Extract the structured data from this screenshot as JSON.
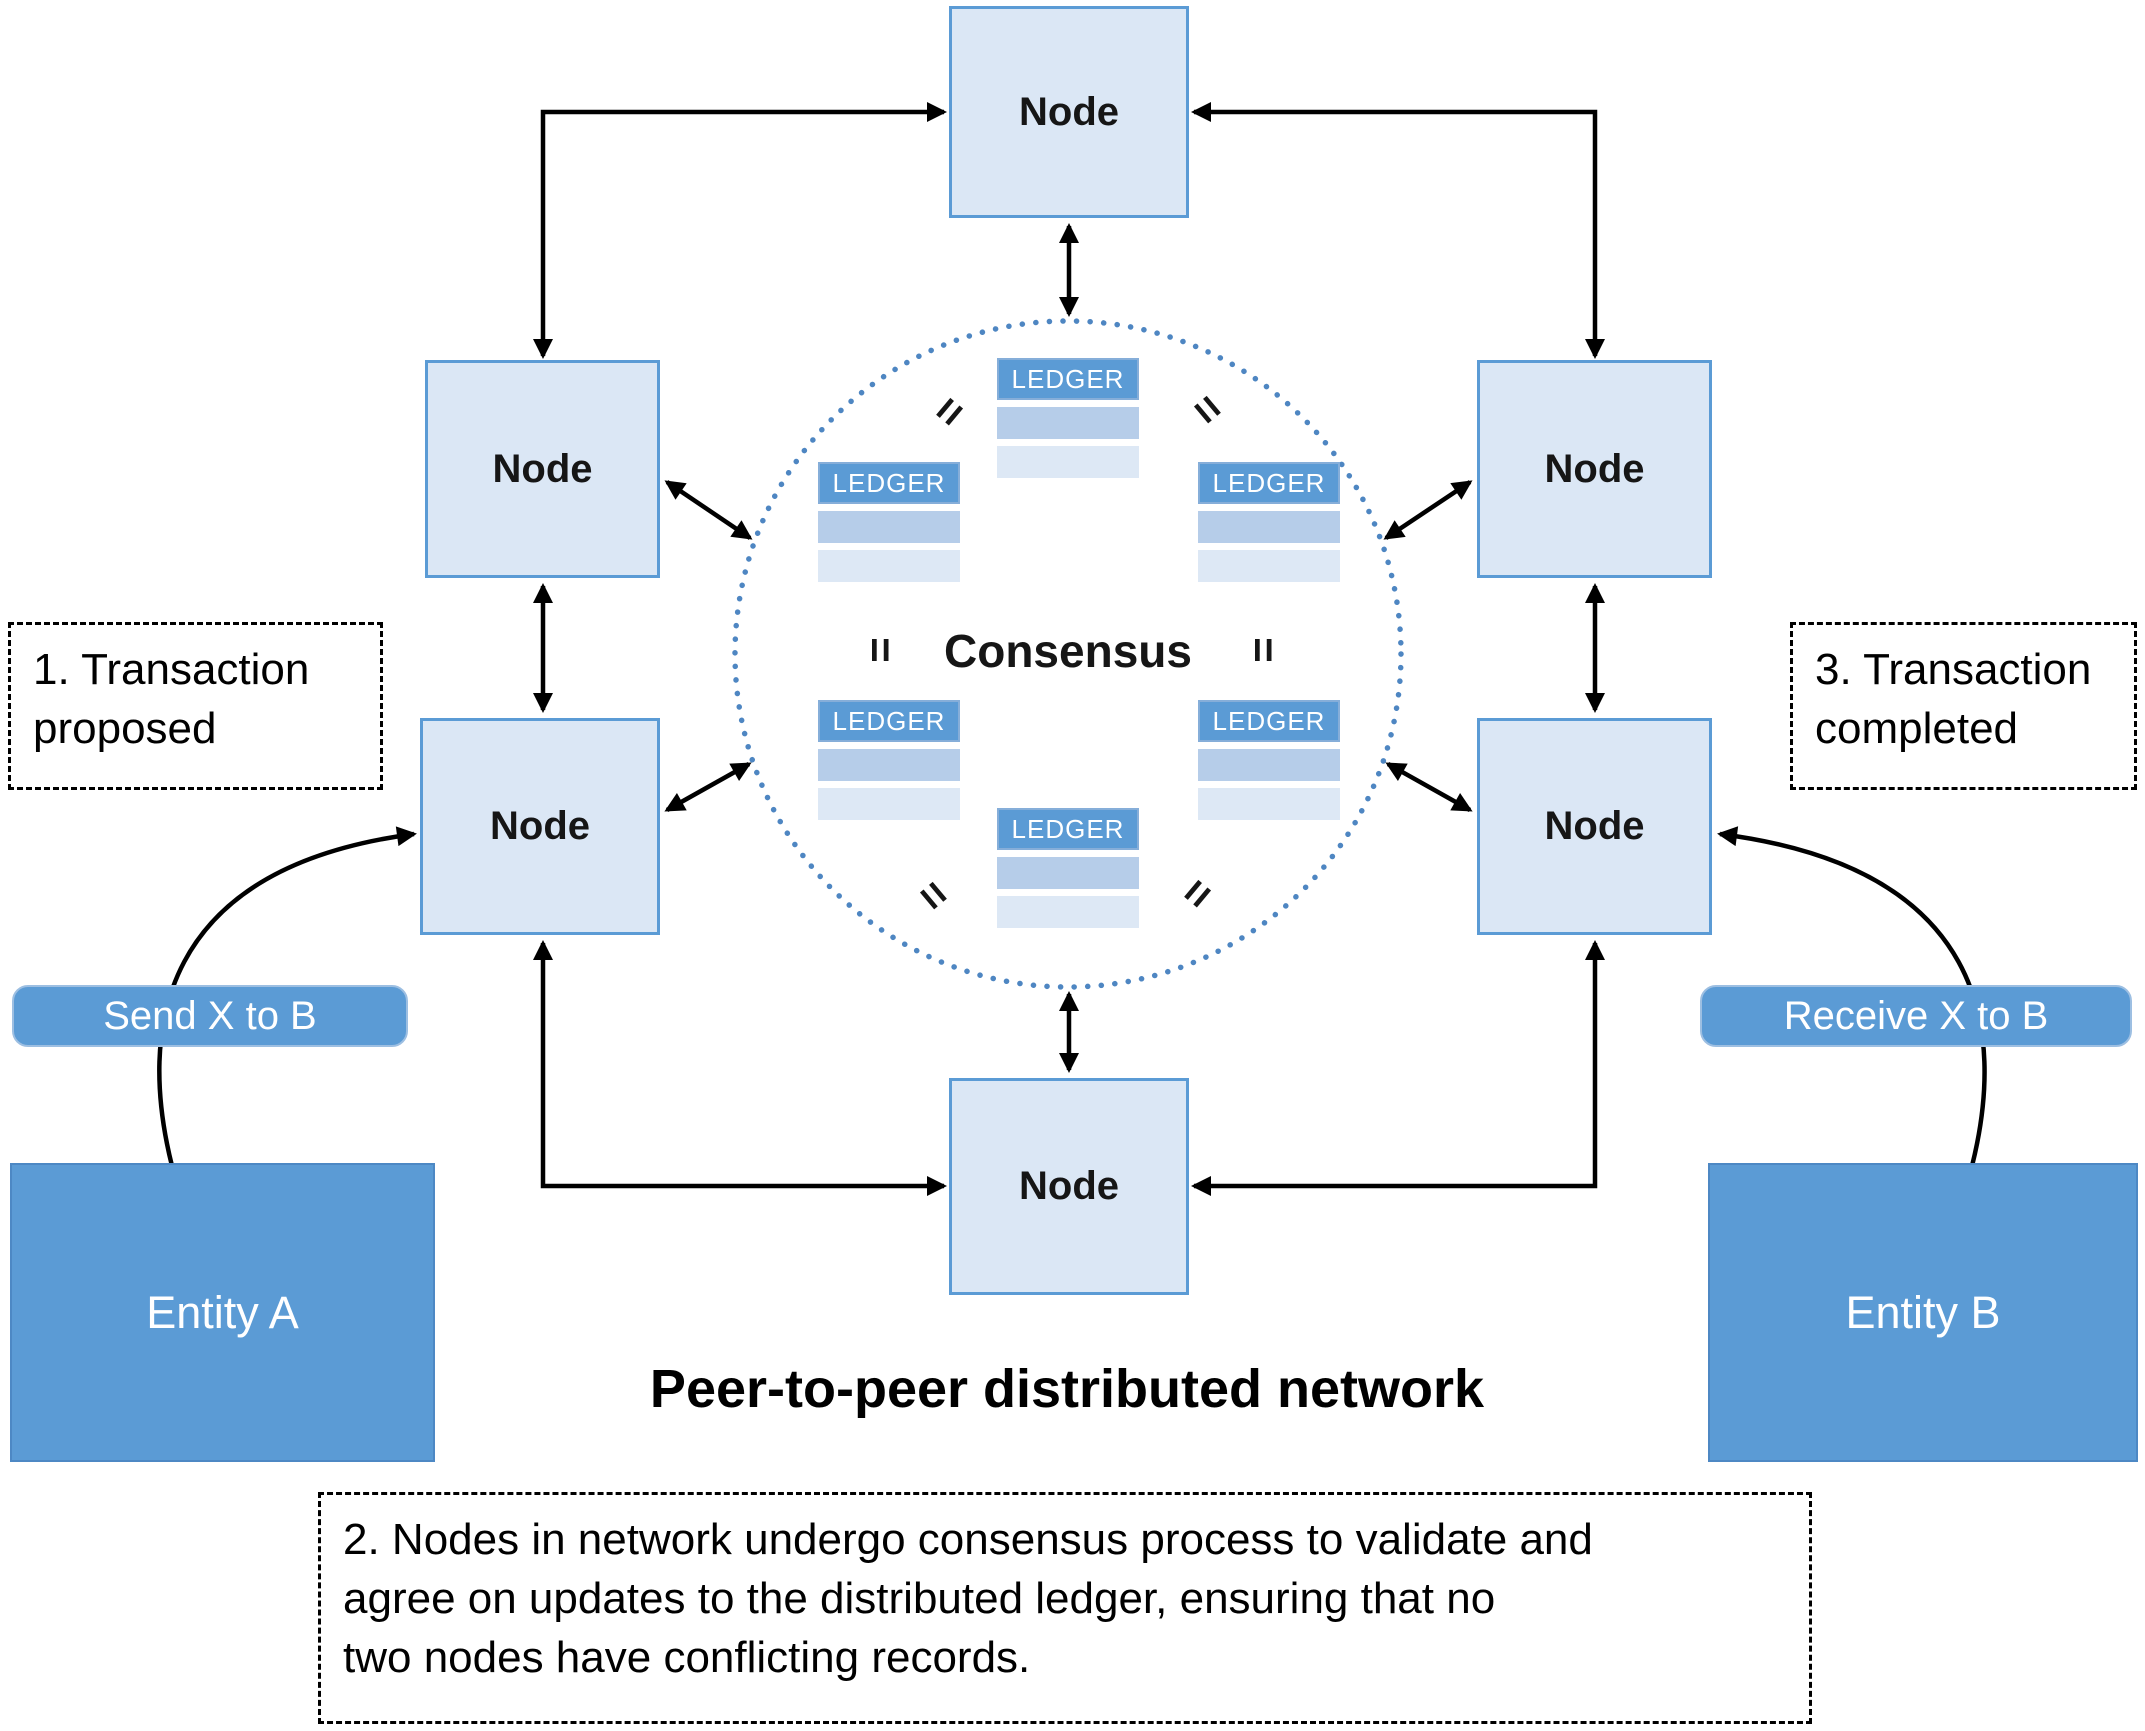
{
  "title": "Peer-to-peer distributed network",
  "labels": {
    "node": "Node",
    "consensus": "Consensus",
    "ledger": "LEDGER",
    "equals": "="
  },
  "entities": {
    "a": "Entity A",
    "b": "Entity B"
  },
  "actions": {
    "send": "Send X to B",
    "receive": "Receive X to B"
  },
  "callouts": {
    "step1": "1. Transaction proposed",
    "step3": "3. Transaction completed",
    "step2_lines": [
      "2. Nodes in network undergo consensus process to validate and",
      "agree on updates to the distributed ledger, ensuring that no",
      "two nodes have conflicting records."
    ]
  },
  "colors": {
    "node_fill": "#dbe7f5",
    "node_border": "#5b9bd5",
    "entity_fill": "#5b9bd5",
    "ledger_header": "#5b9bd5",
    "ledger_row_dark": "#b6cde9",
    "ledger_row_light": "#dde8f5",
    "circle_dots": "#4e86c2",
    "arrow": "#000000"
  }
}
